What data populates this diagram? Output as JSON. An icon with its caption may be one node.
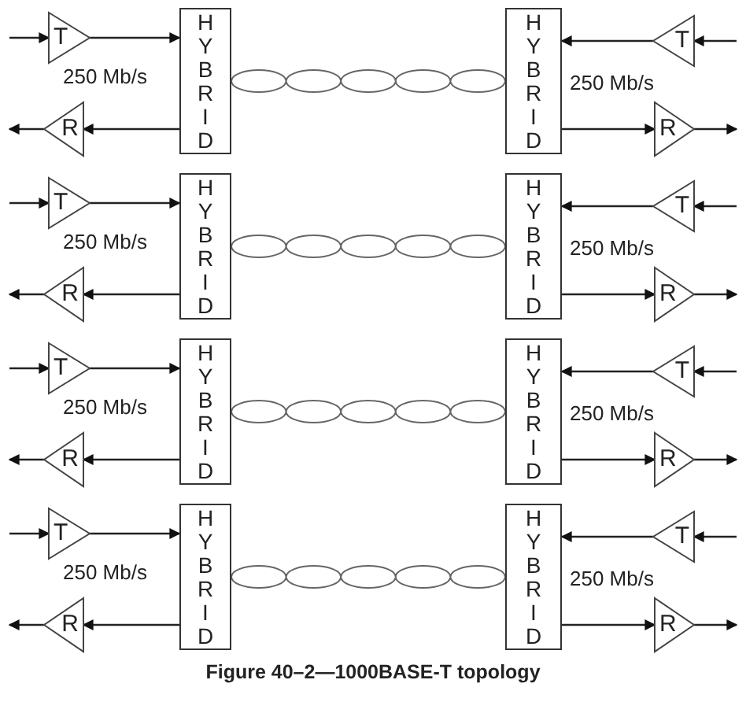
{
  "diagram": {
    "caption": "Figure 40–2—1000BASE-T topology",
    "nodes": [
      {
        "text": [
          "T"
        ]
      },
      {
        "text": [
          "HYBRID"
        ]
      },
      {
        "text": [
          "HYBRID"
        ]
      },
      {
        "text": [
          "T"
        ]
      },
      {
        "text": [
          "R"
        ]
      },
      {
        "text": [
          "R"
        ]
      },
      {
        "text": [
          "T"
        ]
      },
      {
        "text": [
          "HYBRID"
        ]
      },
      {
        "text": [
          "HYBRID"
        ]
      },
      {
        "text": [
          "T"
        ]
      },
      {
        "text": [
          "R"
        ]
      },
      {
        "text": [
          "R"
        ]
      },
      {
        "text": [
          "T"
        ]
      },
      {
        "text": [
          "HYBRID"
        ]
      },
      {
        "text": [
          "HYBRID"
        ]
      },
      {
        "text": [
          "T"
        ]
      },
      {
        "text": [
          "R"
        ]
      },
      {
        "text": [
          "R"
        ]
      },
      {
        "text": [
          "T"
        ]
      },
      {
        "text": [
          "HYBRID"
        ]
      },
      {
        "text": [
          "HYBRID"
        ]
      },
      {
        "text": [
          "T"
        ]
      },
      {
        "text": [
          "R"
        ]
      },
      {
        "text": [
          "R"
        ]
      }
    ],
    "edges": [
      {
        "from": null,
        "to": 0,
        "arrow": "to"
      },
      {
        "from": 0,
        "to": 1,
        "arrow": "to"
      },
      {
        "from": 1,
        "to": 4,
        "arrow": "to"
      },
      {
        "from": 4,
        "to": null,
        "arrow": "to"
      },
      {
        "from": 1,
        "to": 2,
        "arrow": "none"
      },
      {
        "from": null,
        "to": 3,
        "arrow": "to"
      },
      {
        "from": 3,
        "to": 2,
        "arrow": "to"
      },
      {
        "from": 2,
        "to": 5,
        "arrow": "to"
      },
      {
        "from": 5,
        "to": null,
        "arrow": "to"
      },
      {
        "from": null,
        "to": 6,
        "arrow": "to"
      },
      {
        "from": 6,
        "to": 7,
        "arrow": "to"
      },
      {
        "from": 7,
        "to": 10,
        "arrow": "to"
      },
      {
        "from": 10,
        "to": null,
        "arrow": "to"
      },
      {
        "from": 7,
        "to": 8,
        "arrow": "none"
      },
      {
        "from": null,
        "to": 9,
        "arrow": "to"
      },
      {
        "from": 9,
        "to": 8,
        "arrow": "to"
      },
      {
        "from": 8,
        "to": 11,
        "arrow": "to"
      },
      {
        "from": 11,
        "to": null,
        "arrow": "to"
      },
      {
        "from": null,
        "to": 12,
        "arrow": "to"
      },
      {
        "from": 12,
        "to": 13,
        "arrow": "to"
      },
      {
        "from": 13,
        "to": 16,
        "arrow": "to"
      },
      {
        "from": 16,
        "to": null,
        "arrow": "to"
      },
      {
        "from": 13,
        "to": 14,
        "arrow": "none"
      },
      {
        "from": null,
        "to": 15,
        "arrow": "to"
      },
      {
        "from": 15,
        "to": 14,
        "arrow": "to"
      },
      {
        "from": 14,
        "to": 17,
        "arrow": "to"
      },
      {
        "from": 17,
        "to": null,
        "arrow": "to"
      },
      {
        "from": null,
        "to": 18,
        "arrow": "to"
      },
      {
        "from": 18,
        "to": 19,
        "arrow": "to"
      },
      {
        "from": 19,
        "to": 22,
        "arrow": "to"
      },
      {
        "from": 22,
        "to": null,
        "arrow": "to"
      },
      {
        "from": 19,
        "to": 20,
        "arrow": "none"
      },
      {
        "from": null,
        "to": 21,
        "arrow": "to"
      },
      {
        "from": 21,
        "to": 20,
        "arrow": "to"
      },
      {
        "from": 20,
        "to": 23,
        "arrow": "to"
      },
      {
        "from": 23,
        "to": null,
        "arrow": "to"
      }
    ],
    "labels": [
      "250 Mb/s",
      "250 Mb/s",
      "250 Mb/s",
      "250 Mb/s",
      "250 Mb/s",
      "250 Mb/s",
      "250 Mb/s",
      "250 Mb/s"
    ]
  }
}
